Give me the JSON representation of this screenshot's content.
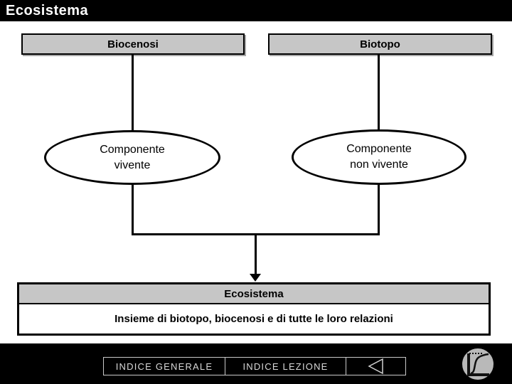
{
  "slide": {
    "title": "Ecosistema"
  },
  "diagram": {
    "box_left": {
      "label": "Biocenosi"
    },
    "box_right": {
      "label": "Biotopo"
    },
    "ellipse_left": {
      "lines": [
        "Componente",
        "vivente"
      ]
    },
    "ellipse_right": {
      "lines": [
        "Componente",
        "non vivente"
      ]
    },
    "result": {
      "header": "Ecosistema",
      "description": "Insieme di biotopo, biocenosi e di tutte le loro relazioni"
    }
  },
  "footer": {
    "index_general_label": "INDICE GENERALE",
    "index_lesson_label": "INDICE LEZIONE",
    "icons": {
      "back": "left-triangle-icon",
      "logo": "growth-curve-logo"
    }
  },
  "colors": {
    "bar_background": "#000000",
    "box_fill": "#c6c6c6",
    "line_color": "#000000",
    "footer_text": "#d9d9d9"
  }
}
